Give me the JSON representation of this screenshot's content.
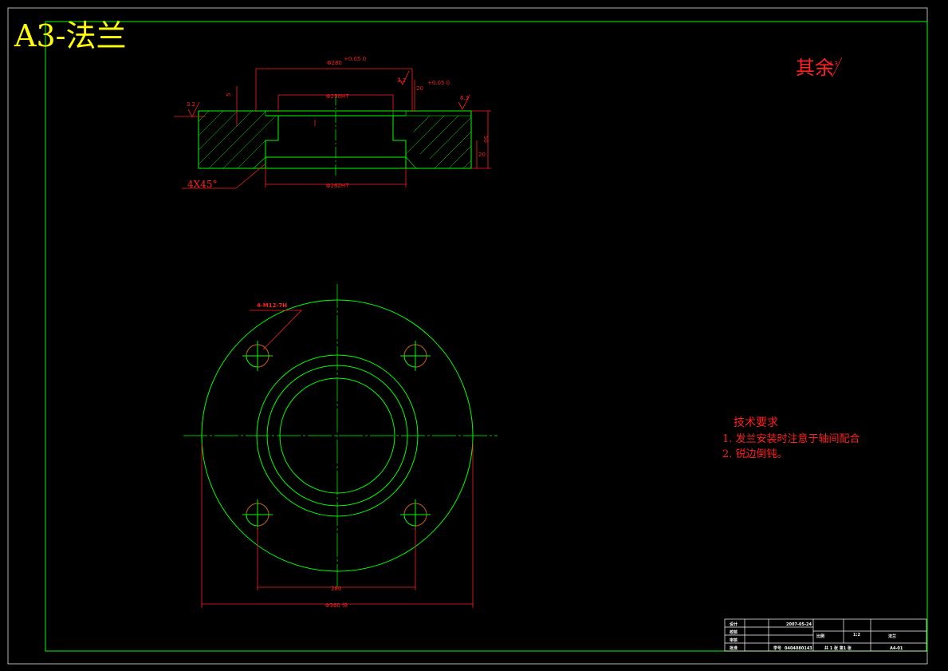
{
  "sheet": {
    "title": "A3-法兰",
    "roughness_note": "其余",
    "roughness_value": "6.3"
  },
  "section_view": {
    "dims": {
      "outer_top": "Φ280",
      "outer_top_tol": "+0.05 0",
      "bore_top": "Φ230H7",
      "bore_bottom": "Φ262H7",
      "depth_20": "20",
      "depth_20_tol": "+0.05 0",
      "height_50": "50",
      "height_20": "20",
      "groove": "5",
      "chamfer": "4X45°"
    },
    "roughness": [
      "3.2",
      "3.2",
      "6.3"
    ]
  },
  "plan_view": {
    "hole_callout": "4-M12-7H",
    "bolt_spacing": "280",
    "outer_diameter": "Φ360 f8"
  },
  "tech_requirements": {
    "heading": "技术要求",
    "items": [
      "1. 发兰安装时注意于轴间配合",
      "2. 锐边倒钝。"
    ]
  },
  "title_block": {
    "rows": [
      "设计",
      "校核",
      "审核",
      "批准"
    ],
    "date": "2007-05-24",
    "scale_label": "比例",
    "scale": "1:2",
    "part_name": "法兰",
    "student_id_label": "学号",
    "student_id": "0404080143",
    "sheets": "共 1 张 第1 张",
    "drawing_no": "A4-01"
  }
}
